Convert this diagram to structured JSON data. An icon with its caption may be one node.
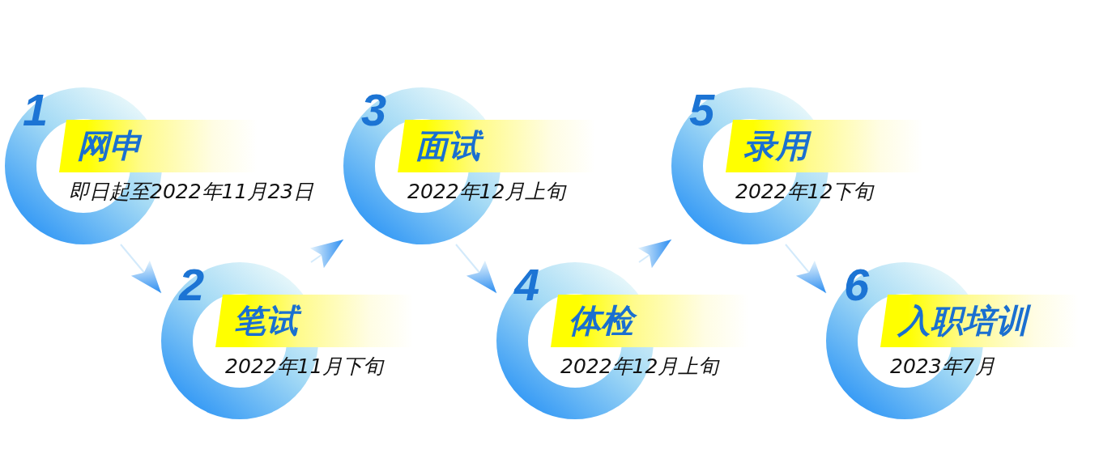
{
  "diagram": {
    "nodes": [
      {
        "text": [
          "1",
          "网申",
          "即日起至2022年11月23日"
        ]
      },
      {
        "text": [
          "2",
          "笔试",
          "2022年11月下旬"
        ]
      },
      {
        "text": [
          "3",
          "面试",
          "2022年12月上旬"
        ]
      },
      {
        "text": [
          "4",
          "体检",
          "2022年12月上旬"
        ]
      },
      {
        "text": [
          "5",
          "录用",
          "2022年12下旬"
        ]
      },
      {
        "text": [
          "6",
          "入职培训",
          "2023年7月"
        ]
      }
    ],
    "edges": [
      {
        "from": 0,
        "to": 1,
        "arrow": "to"
      },
      {
        "from": 1,
        "to": 2,
        "arrow": "to"
      },
      {
        "from": 2,
        "to": 3,
        "arrow": "to"
      },
      {
        "from": 3,
        "to": 4,
        "arrow": "to"
      },
      {
        "from": 4,
        "to": 5,
        "arrow": "to"
      }
    ]
  }
}
